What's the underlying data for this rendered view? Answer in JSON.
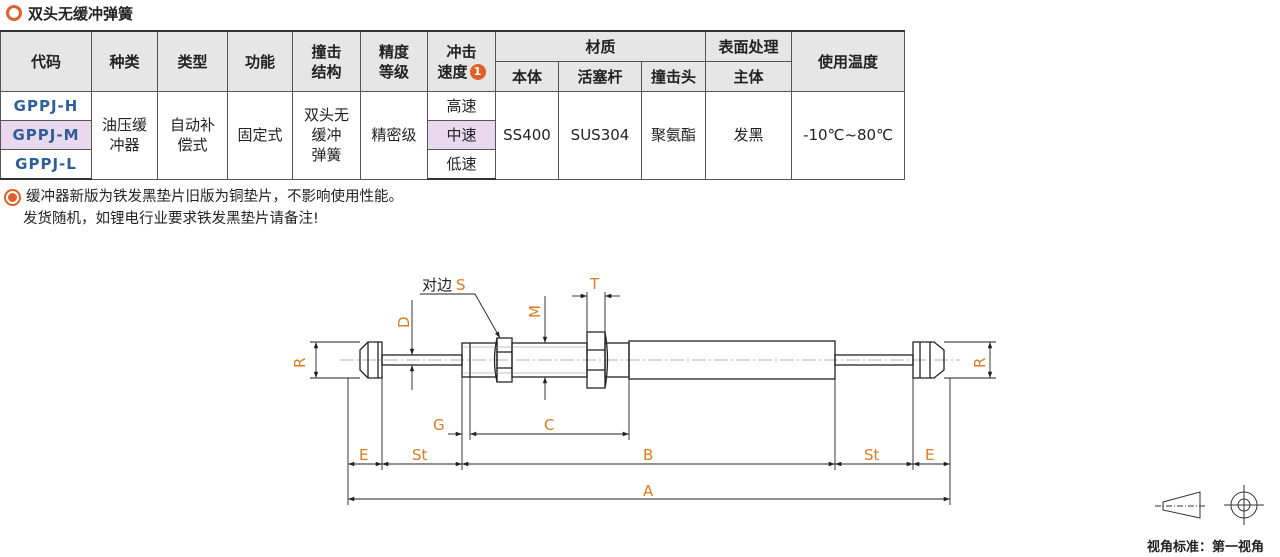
{
  "title": "双头无缓冲弹簧",
  "table": {
    "headers": {
      "code": "代码",
      "kind": "种类",
      "type": "类型",
      "function": "功能",
      "impact_structure_1": "撞击",
      "impact_structure_2": "结构",
      "precision_grade_1": "精度",
      "precision_grade_2": "等级",
      "impact_speed_1": "冲击",
      "impact_speed_2": "速度",
      "impact_speed_badge": "1",
      "material": "材质",
      "body": "本体",
      "piston_rod": "活塞杆",
      "striker": "撞击头",
      "surface": "表面处理",
      "main_body": "主体",
      "temperature": "使用温度"
    },
    "models": [
      "GPPJ-H",
      "GPPJ-M",
      "GPPJ-L"
    ],
    "speeds": [
      "高速",
      "中速",
      "低速"
    ],
    "kind_1": "油压缓",
    "kind_2": "冲器",
    "type_1": "自动补",
    "type_2": "偿式",
    "function": "固定式",
    "structure_1": "双头无",
    "structure_2": "缓冲",
    "structure_3": "弹簧",
    "precision": "精密级",
    "body_material": "SS400",
    "rod_material": "SUS304",
    "striker_material": "聚氨酯",
    "surface_treatment": "发黑",
    "temperature_range": "-10℃~80℃"
  },
  "notes": {
    "line1": "缓冲器新版为铁发黑垫片旧版为铜垫片，不影响使用性能。",
    "line2": "发货随机，如锂电行业要求铁发黑垫片请备注!"
  },
  "drawing": {
    "labels": {
      "across_flats": "对边",
      "S": "S",
      "T": "T",
      "D": "D",
      "M": "M",
      "R_left": "R",
      "R_right": "R",
      "G": "G",
      "C": "C",
      "E_left": "E",
      "St_left": "St",
      "B": "B",
      "St_right": "St",
      "E_right": "E",
      "A": "A"
    }
  },
  "view_standard": "视角标准：第一视角",
  "colors": {
    "accent": "#e0602a",
    "model_text": "#2f5f98",
    "highlight_row": "#ead8ee",
    "header_bg": "#e6e6e6",
    "dimension_text": "#e07a1e"
  }
}
